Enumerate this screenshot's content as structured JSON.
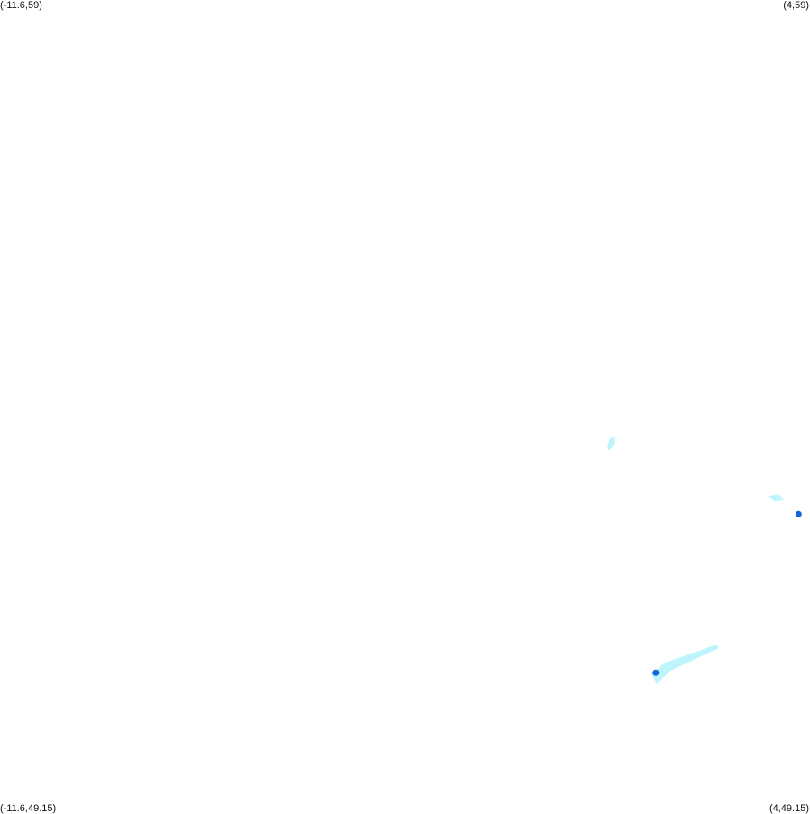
{
  "map": {
    "corners": {
      "top_left": "(-11.6,59)",
      "top_right": "(4,59)",
      "bottom_left": "(-11.6,49.15)",
      "bottom_right": "(4,49.15)"
    },
    "bounds": {
      "lon_min": -11.6,
      "lon_max": 4,
      "lat_min": 49.15,
      "lat_max": 59
    },
    "colors": {
      "background": "#ffffff",
      "density_low": "#b7f3fb",
      "density_mid": "#6ecff6",
      "density_high": "#1565d8"
    },
    "features": [
      {
        "name": "patch-northern",
        "points": [
          [
            0.1,
            53.6
          ],
          [
            0.15,
            53.7
          ],
          [
            0.25,
            53.72
          ],
          [
            0.24,
            53.62
          ],
          [
            0.12,
            53.55
          ]
        ],
        "level": "low"
      },
      {
        "name": "patch-east-coast",
        "points": [
          [
            3.2,
            53.0
          ],
          [
            3.4,
            53.02
          ],
          [
            3.5,
            52.95
          ],
          [
            3.32,
            52.93
          ]
        ],
        "level": "low"
      },
      {
        "name": "dot-east",
        "points": [
          [
            3.78,
            52.78
          ]
        ],
        "level": "high"
      },
      {
        "name": "patch-southern-streak",
        "points": [
          [
            0.95,
            50.85
          ],
          [
            1.2,
            50.98
          ],
          [
            2.2,
            51.2
          ],
          [
            2.25,
            51.16
          ],
          [
            1.3,
            50.88
          ],
          [
            1.05,
            50.72
          ]
        ],
        "level": "low"
      },
      {
        "name": "dot-southern",
        "points": [
          [
            1.03,
            50.86
          ]
        ],
        "level": "high"
      }
    ]
  }
}
